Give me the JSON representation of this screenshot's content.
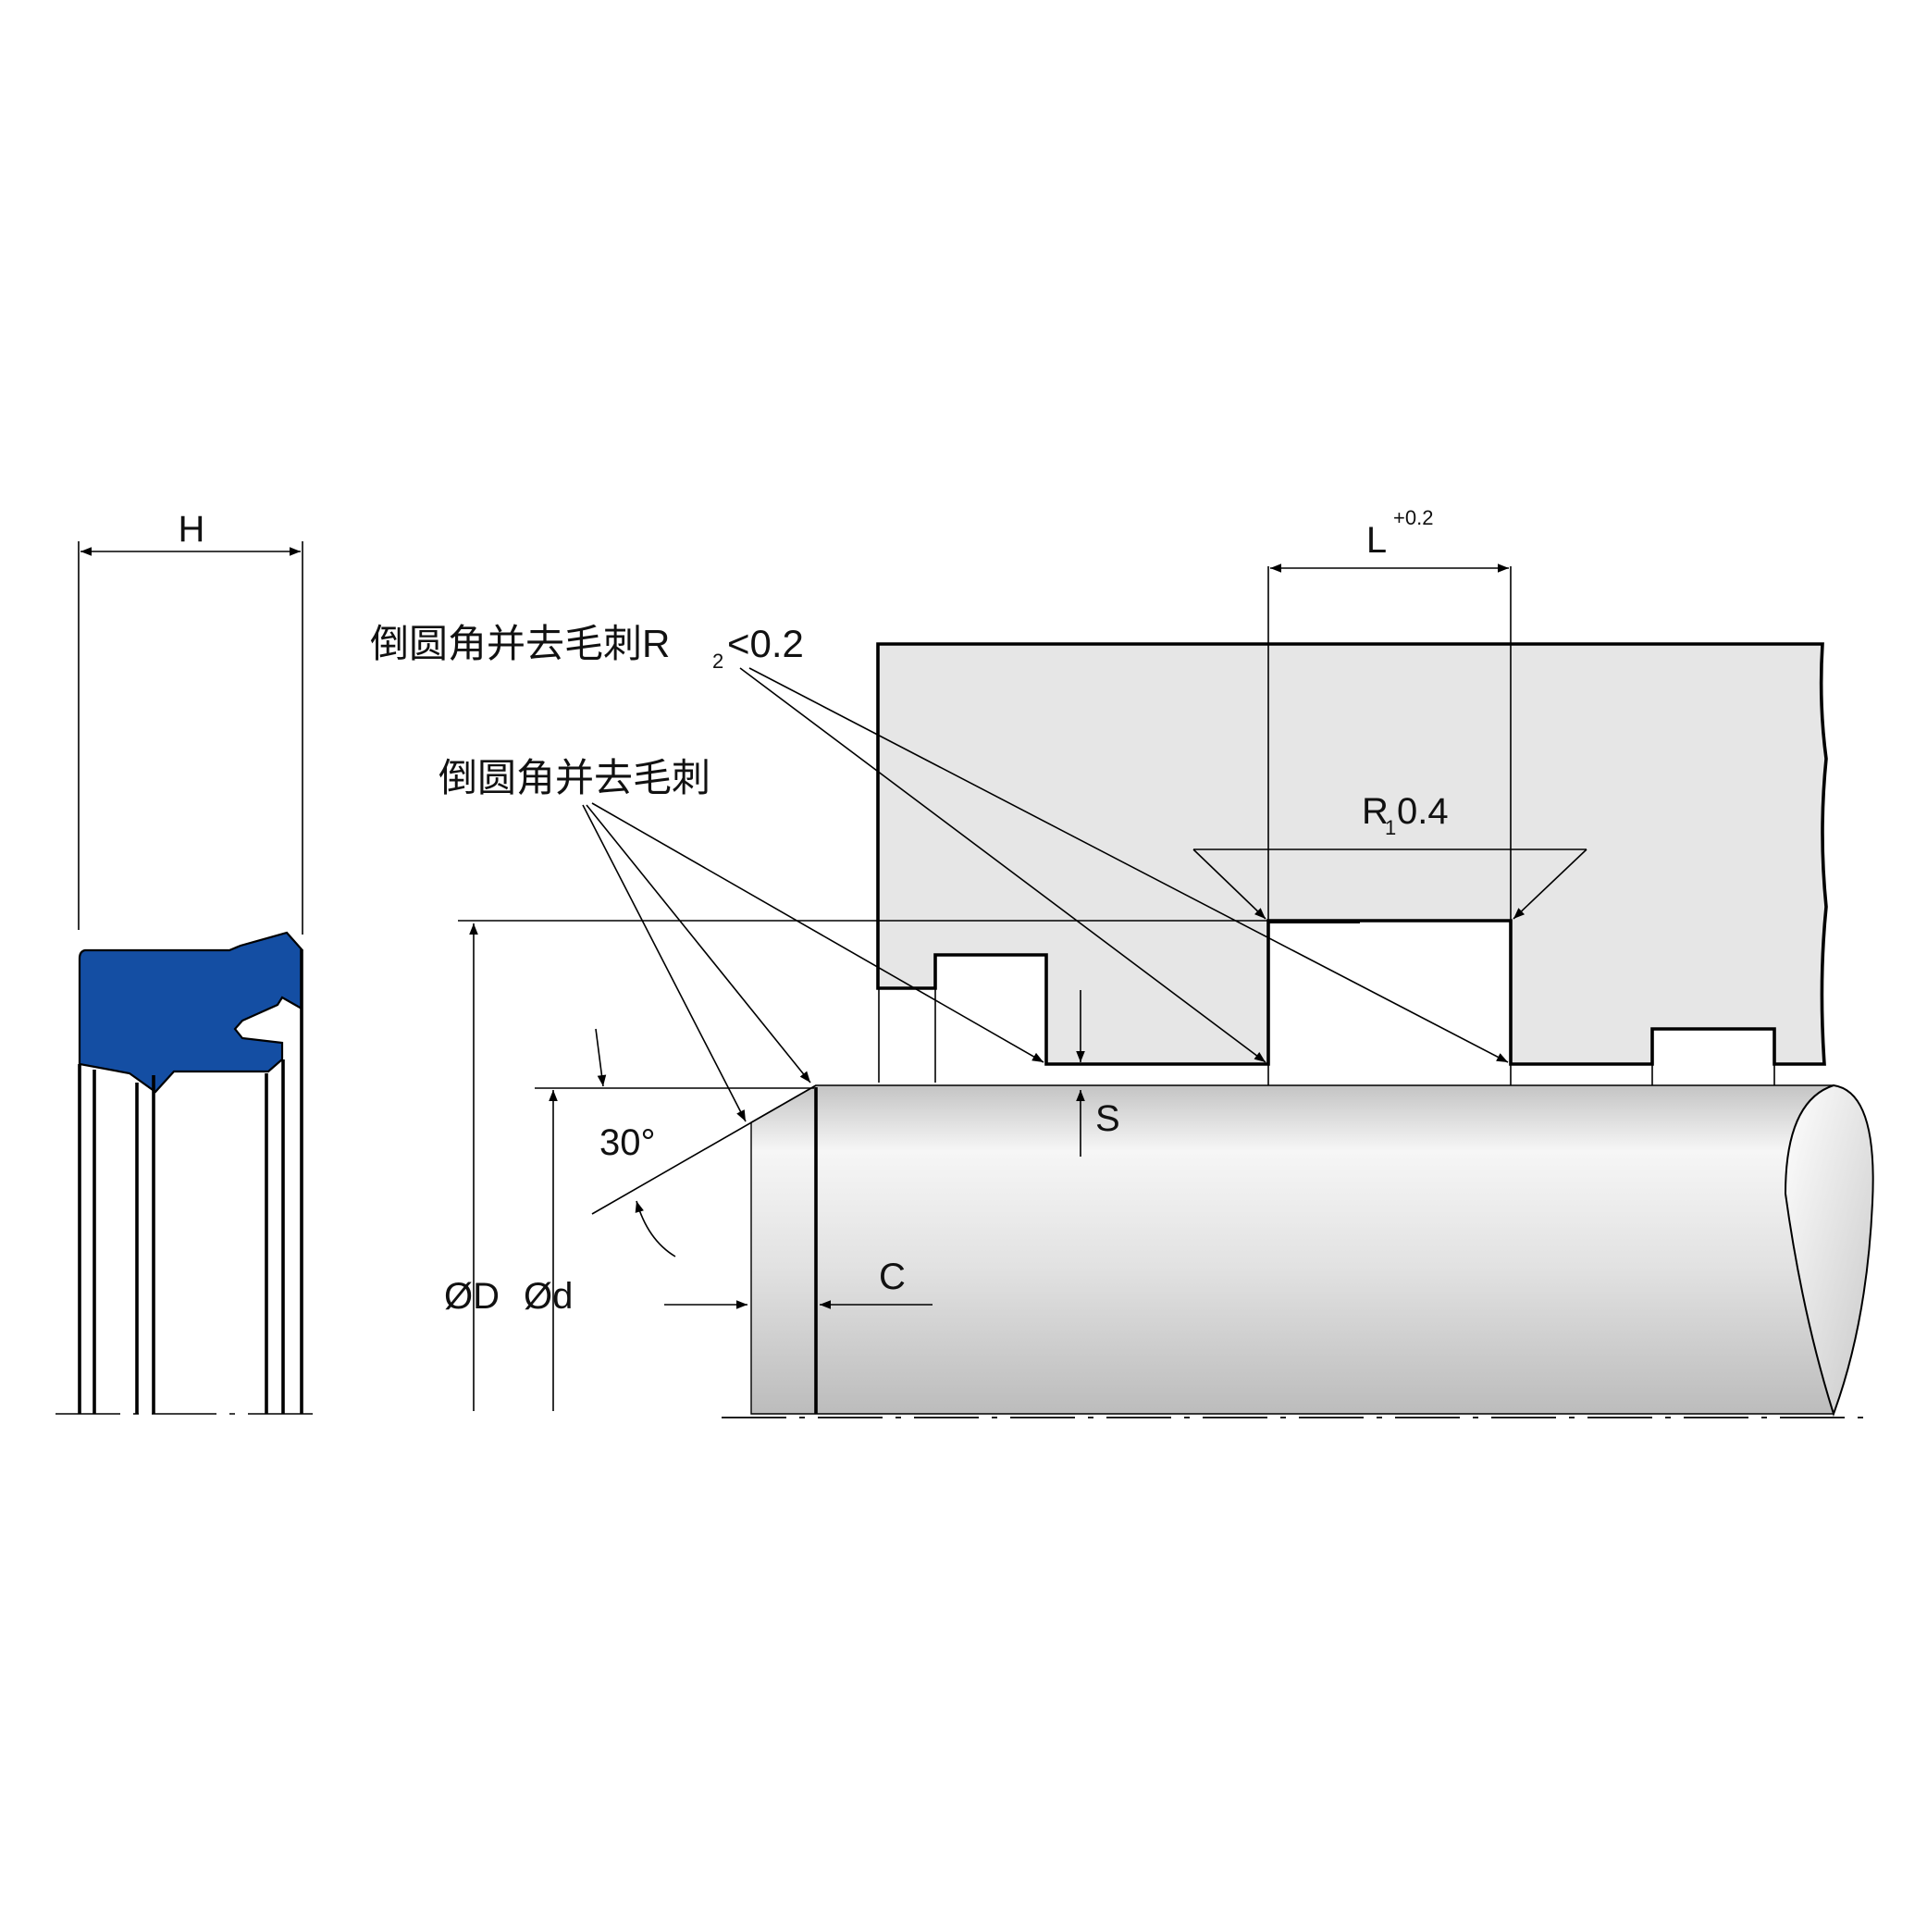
{
  "labels": {
    "h": "H",
    "l": "L",
    "l_tol": "+0.2",
    "r1_letter": "R",
    "r1_sub": "1",
    "r1_value": "0.4",
    "chamfer_r2_text": "倒圆角并去毛刺R",
    "chamfer_r2_sub": "2",
    "chamfer_r2_value": "<0.2",
    "chamfer_text": "倒圆角并去毛刺",
    "angle": "30°",
    "s": "S",
    "c": "C",
    "dia_d_outer": "ØD",
    "dia_d_inner": "Ød"
  },
  "colors": {
    "seal_fill": "#144ea3",
    "housing_fill": "#e6e6e6",
    "line": "#000000"
  }
}
